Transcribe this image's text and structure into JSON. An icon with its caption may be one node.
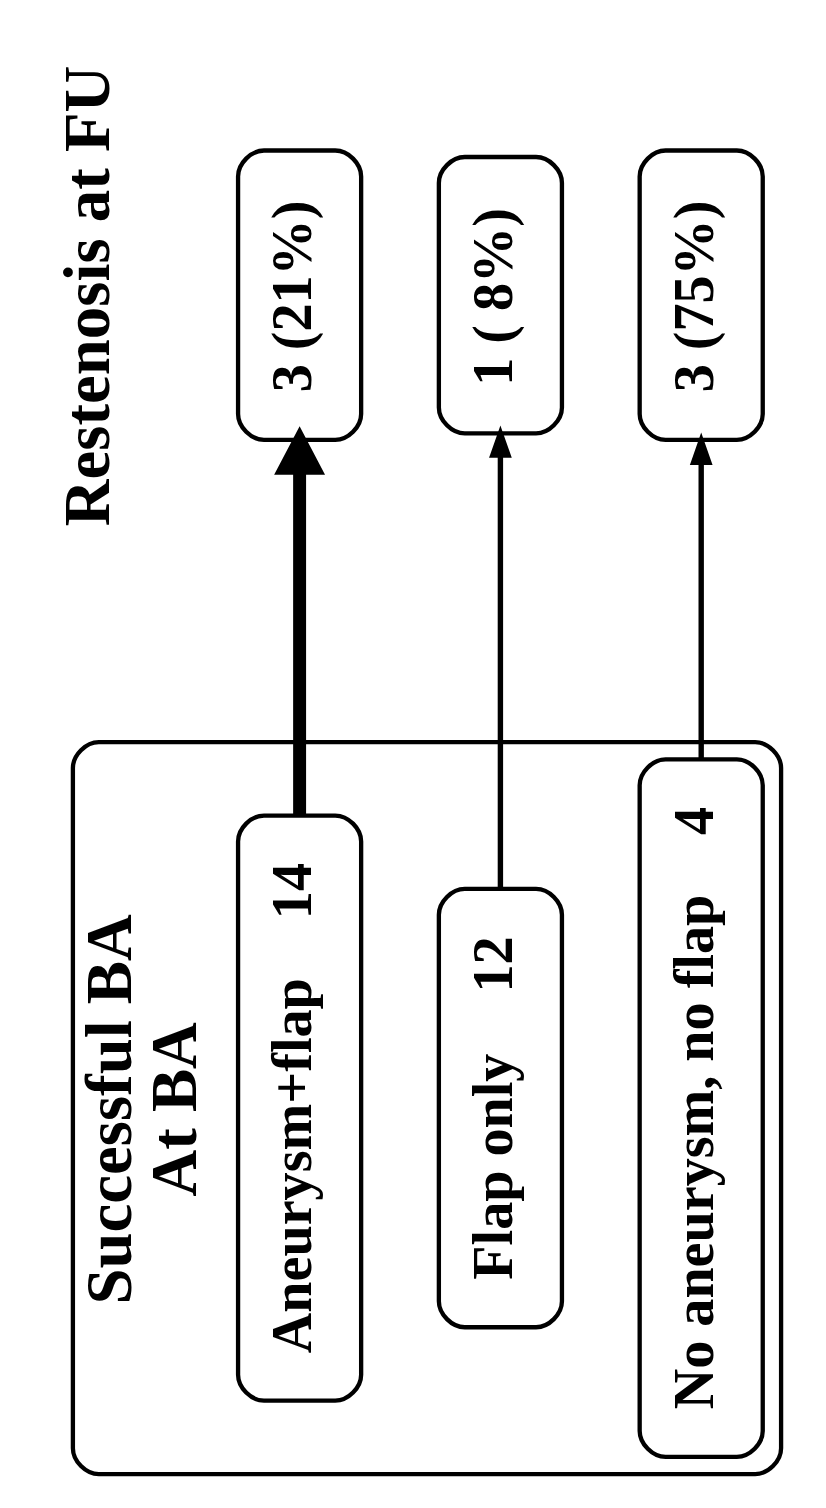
{
  "diagram": {
    "nodes": [
      {
        "text": [
          "Successful BA",
          "At BA"
        ]
      },
      {
        "text": [
          "Aneurysm+flap",
          "14"
        ],
        "in": 0
      },
      {
        "text": [
          "Flap only",
          "12"
        ],
        "in": 0
      },
      {
        "text": [
          "No aneurysm, no flap",
          "4"
        ],
        "in": 0
      },
      {
        "text": [
          "3 (21%)"
        ]
      },
      {
        "text": [
          "1 ( 8%)"
        ]
      },
      {
        "text": [
          "3 (75%)"
        ]
      }
    ],
    "edges": [
      {
        "from": 1,
        "to": 4,
        "arrow": "to",
        "style": "thick"
      },
      {
        "from": 2,
        "to": 5,
        "arrow": "to"
      },
      {
        "from": 3,
        "to": 6,
        "arrow": "to"
      }
    ],
    "labels": [
      "Restenosis at FU"
    ]
  }
}
